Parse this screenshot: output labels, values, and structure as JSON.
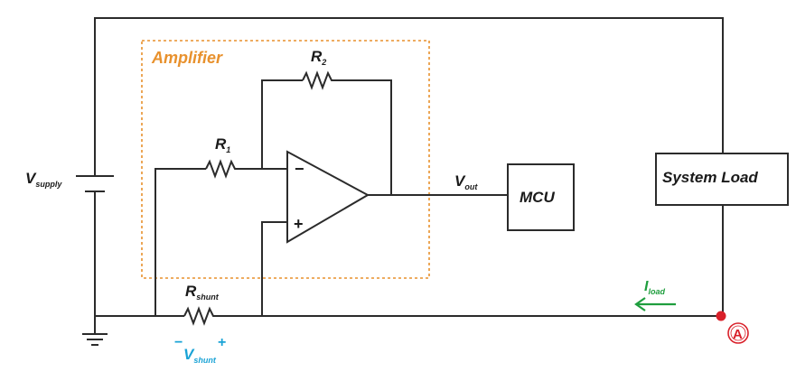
{
  "amplifier": {
    "label": "Amplifier",
    "label_color": "#e8912d"
  },
  "components": {
    "r1": {
      "label": "R",
      "sub": "1"
    },
    "r2": {
      "label": "R",
      "sub": "2"
    },
    "rshunt": {
      "label": "R",
      "sub": "shunt"
    },
    "vsupply": {
      "label": "V",
      "sub": "supply"
    },
    "vout": {
      "label": "V",
      "sub": "out"
    },
    "vshunt": {
      "label": "V",
      "sub": "shunt",
      "minus": "−",
      "plus": "+",
      "color": "#1aa3d6"
    },
    "iload": {
      "label": "I",
      "sub": "load",
      "color": "#1f9e3e"
    },
    "opamp": {
      "minus": "−",
      "plus": "+"
    }
  },
  "blocks": {
    "mcu": "MCU",
    "system_load": "System Load"
  },
  "badge": {
    "text": "A",
    "color": "#d9202a"
  }
}
